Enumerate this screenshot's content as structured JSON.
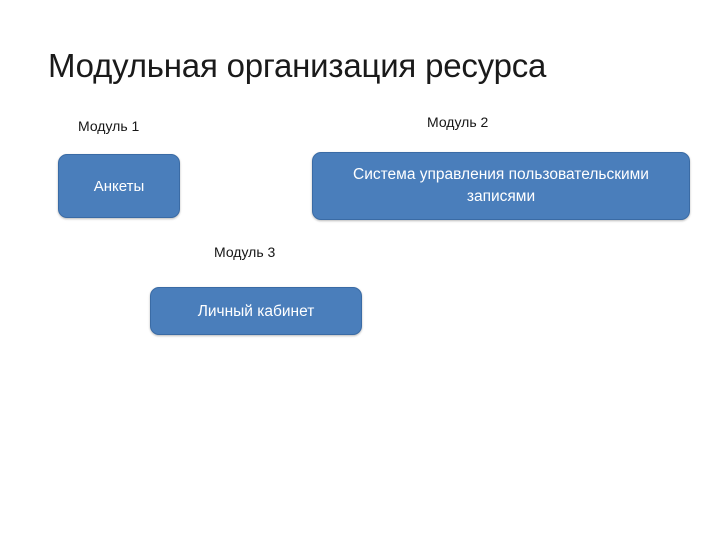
{
  "slide": {
    "title": "Модульная организация ресурса",
    "background_color": "#ffffff",
    "title_color": "#1a1a1a"
  },
  "theme": {
    "box_fill": "#4a7ebb",
    "box_border": "#3a6ba5",
    "box_text_color": "#ffffff",
    "label_color": "#161616"
  },
  "diagram": {
    "type": "block-diagram",
    "modules": [
      {
        "label": "Модуль 1",
        "box_text": "Анкеты"
      },
      {
        "label": "Модуль 2",
        "box_text": "Система управления пользовательскими записями"
      },
      {
        "label": "Модуль 3",
        "box_text": "Личный кабинет"
      }
    ]
  }
}
